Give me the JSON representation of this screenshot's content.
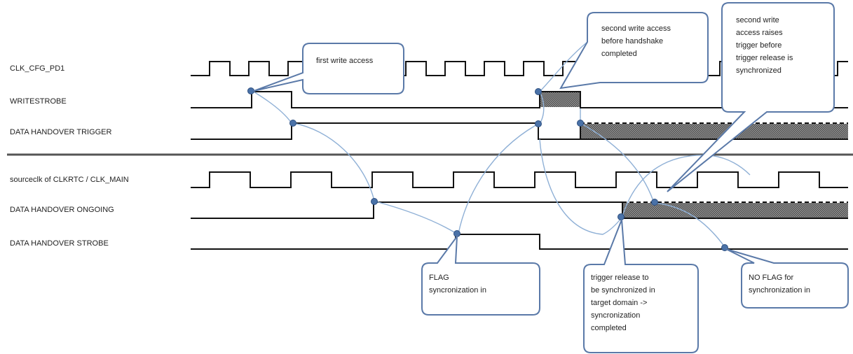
{
  "signals": {
    "clk_cfg_pd1": "CLK_CFG_PD1",
    "writestrobe": "WRITESTROBE",
    "handover_trigger": "DATA HANDOVER TRIGGER",
    "sourceclk": "sourceclk of CLKRTC / CLK_MAIN",
    "handover_ongoing": "DATA HANDOVER ONGOING",
    "handover_strobe": "DATA HANDOVER STROBE"
  },
  "callouts": {
    "first_write": [
      "first write access"
    ],
    "second_write": [
      "second write access",
      "before handshake",
      "completed"
    ],
    "raises_trigger": [
      "second write",
      "access raises",
      "trigger before",
      "trigger release is",
      "synchronized"
    ],
    "flag_sync": [
      "FLAG",
      "syncronization in"
    ],
    "release_sync": [
      "trigger release to",
      "be synchronized in",
      "target domain ->",
      "syncronization",
      "completed"
    ],
    "no_flag": [
      "NO FLAG for",
      "synchronization in"
    ]
  },
  "colors": {
    "callout_border": "#5a79a8",
    "arrow": "#8fb0d6",
    "marker": "#4a72a8",
    "waveform": "#111111",
    "hatch": "#555555"
  }
}
